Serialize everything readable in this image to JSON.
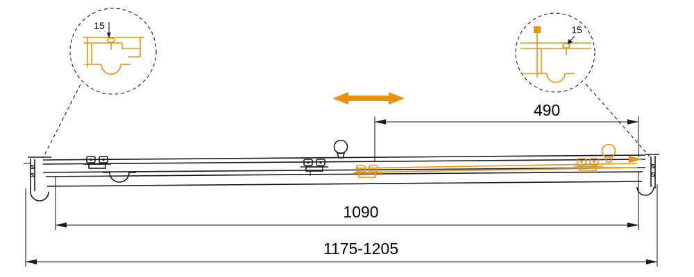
{
  "diagram": {
    "colors": {
      "accent": "#E8920D",
      "line": "#1A1A1A"
    },
    "labels": {
      "detail_left": "15",
      "detail_right": "15",
      "slide_travel": "490",
      "inner_width": "1090",
      "overall_width_range": "1175-1205"
    }
  }
}
